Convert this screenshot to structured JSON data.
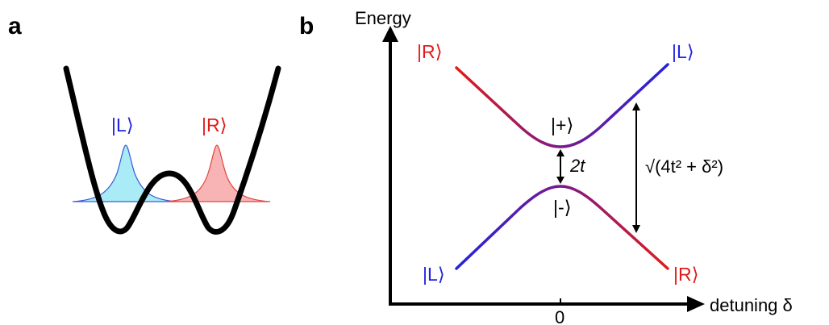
{
  "panels": {
    "a": "a",
    "b": "b"
  },
  "panel_a": {
    "ket_left": "|L⟩",
    "ket_right": "|R⟩"
  },
  "panel_b": {
    "y_label": "Energy",
    "x_label": "detuning δ",
    "x_tick": "0",
    "upper_state": "|+⟩",
    "lower_state": "|-⟩",
    "gap_label": "2t",
    "ket_top_left": "|R⟩",
    "ket_top_right": "|L⟩",
    "ket_bottom_left": "|L⟩",
    "ket_bottom_right": "|R⟩",
    "splitting_label": "√(4t² + δ²)"
  },
  "colors": {
    "blue": "#2323dd",
    "red": "#e01b1b",
    "purple": "#7a1a8a",
    "blue_fill": "#a9ecf6",
    "red_fill": "#f7a7a7"
  }
}
